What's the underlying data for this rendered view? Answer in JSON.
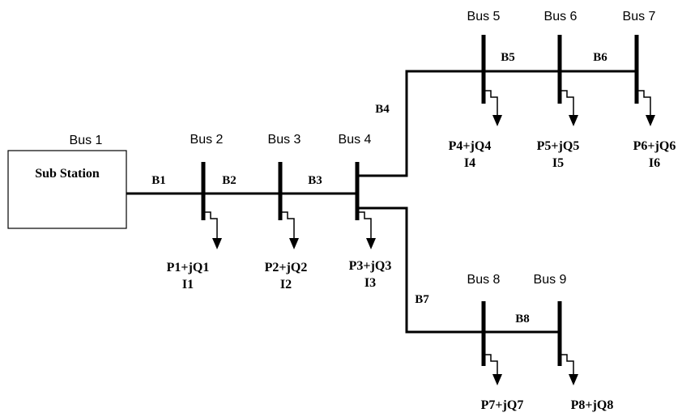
{
  "substation": {
    "label": "Sub Station"
  },
  "buses": [
    "Bus 1",
    "Bus 2",
    "Bus 3",
    "Bus 4",
    "Bus 5",
    "Bus 6",
    "Bus 7",
    "Bus 8",
    "Bus 9"
  ],
  "branches": [
    "B1",
    "B2",
    "B3",
    "B4",
    "B5",
    "B6",
    "B7",
    "B8"
  ],
  "loads": [
    {
      "power": "P1+jQ1",
      "current": "I1"
    },
    {
      "power": "P2+jQ2",
      "current": "I2"
    },
    {
      "power": "P3+jQ3",
      "current": "I3"
    },
    {
      "power": "P4+jQ4",
      "current": "I4"
    },
    {
      "power": "P5+jQ5",
      "current": "I5"
    },
    {
      "power": "P6+jQ6",
      "current": "I6"
    },
    {
      "power": "P7+jQ7",
      "current": ""
    },
    {
      "power": "P8+jQ8",
      "current": ""
    }
  ]
}
